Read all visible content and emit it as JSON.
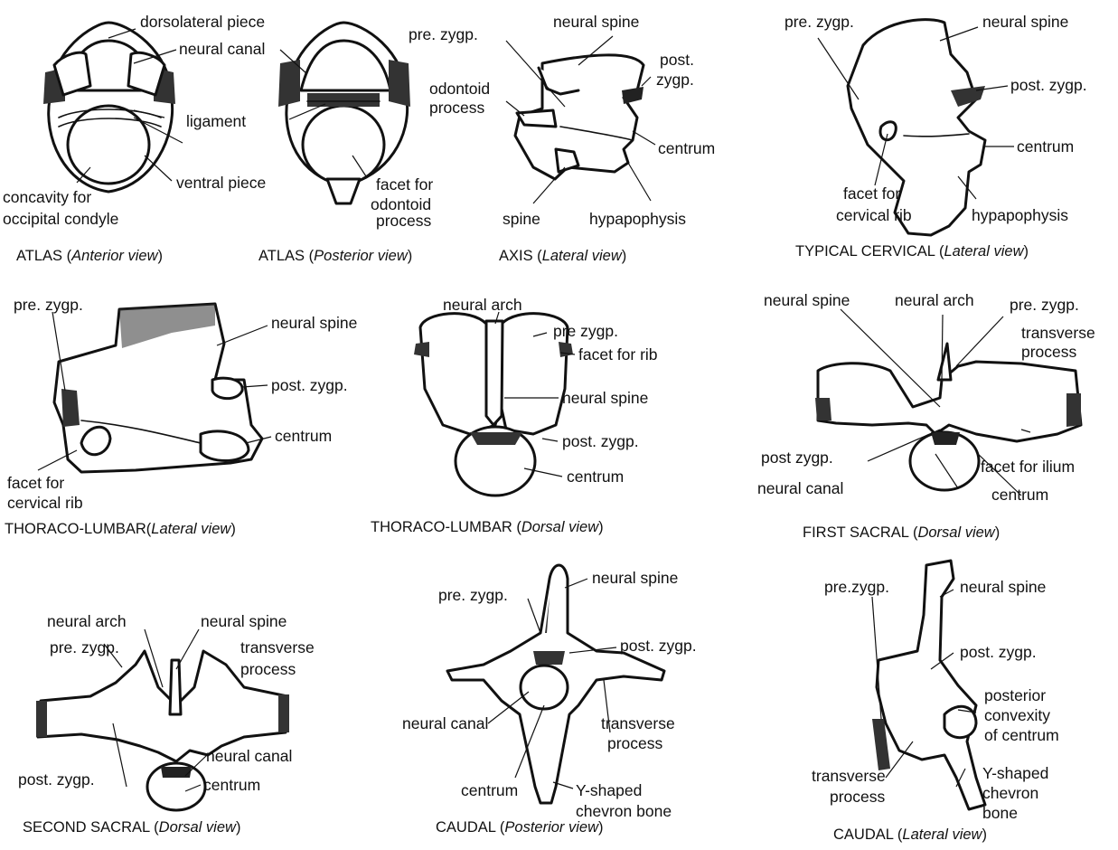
{
  "panels": [
    {
      "caption": {
        "main": "ATLAS (",
        "view": "Anterior view",
        "close": ")"
      },
      "labels": [
        "dorsolateral piece",
        "neural canal",
        "ligament",
        "ventral piece",
        "concavity for",
        "occipital condyle"
      ]
    },
    {
      "caption": {
        "main": "ATLAS (",
        "view": "Posterior view",
        "close": ")"
      },
      "labels": [
        "facet for",
        "odontoid",
        "process"
      ]
    },
    {
      "caption": {
        "main": "AXIS (",
        "view": "Lateral view",
        "close": ")"
      },
      "labels": [
        "pre. zygp.",
        "neural spine",
        "post.",
        "zygp.",
        "odontoid",
        "process",
        "centrum",
        "spine",
        "hypapophysis"
      ]
    },
    {
      "caption": {
        "main": "TYPICAL CERVICAL (",
        "view": "Lateral view",
        "close": ")"
      },
      "labels": [
        "pre. zygp.",
        "neural spine",
        "post. zygp.",
        "centrum",
        "facet for",
        "cervical rib",
        "hypapophysis"
      ]
    },
    {
      "caption": {
        "main": "THORACO-LUMBAR(",
        "view": "Lateral view",
        "close": ")"
      },
      "labels": [
        "pre. zygp.",
        "neural spine",
        "post. zygp.",
        "centrum",
        "facet for",
        "cervical rib"
      ]
    },
    {
      "caption": {
        "main": "THORACO-LUMBAR (",
        "view": "Dorsal view",
        "close": ")"
      },
      "labels": [
        "neural arch",
        "pre  zygp.",
        "facet for rib",
        "neural spine",
        "post. zygp.",
        "centrum"
      ]
    },
    {
      "caption": {
        "main": "FIRST SACRAL (",
        "view": "Dorsal view",
        "close": ")"
      },
      "labels": [
        "neural spine",
        "neural arch",
        "pre. zygp.",
        "transverse",
        "process",
        "post zygp.",
        "facet for ilium",
        "neural canal",
        "centrum"
      ]
    },
    {
      "caption": {
        "main": "SECOND SACRAL (",
        "view": "Dorsal view",
        "close": ")"
      },
      "labels": [
        "neural arch",
        "neural spine",
        "pre. zygp.",
        "transverse",
        "process",
        "neural canal",
        "post. zygp.",
        "centrum"
      ]
    },
    {
      "caption": {
        "main": "CAUDAL (",
        "view": "Posterior view",
        "close": ")"
      },
      "labels": [
        "neural spine",
        "pre. zygp.",
        "post. zygp.",
        "neural canal",
        "transverse",
        "process",
        "centrum",
        "Y-shaped",
        "chevron bone"
      ]
    },
    {
      "caption": {
        "main": "CAUDAL (",
        "view": "Lateral view",
        "close": ")"
      },
      "labels": [
        "pre.zygp.",
        "neural spine",
        "post. zygp.",
        "posterior",
        "convexity",
        "of centrum",
        "Y-shaped",
        "chevron",
        "bone",
        "transverse",
        "process"
      ]
    }
  ]
}
